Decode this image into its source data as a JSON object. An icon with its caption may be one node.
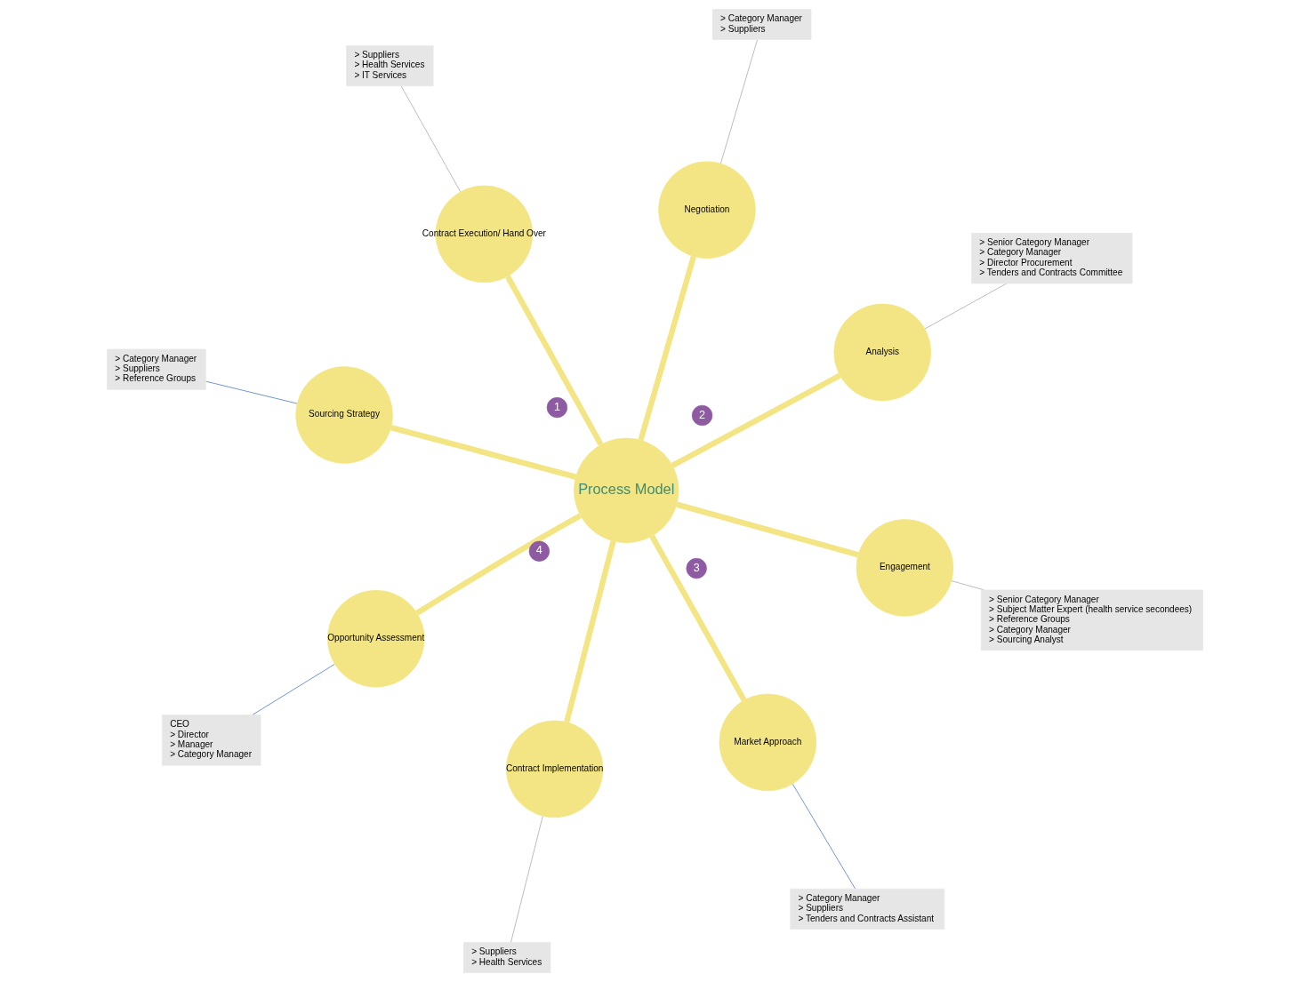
{
  "diagram": {
    "nodes": [
      {
        "text": [
          "CEO",
          "> Director",
          "> Manager",
          "> Category Manager"
        ]
      },
      {
        "text": [
          "> Senior Category Manager",
          "> Subject Matter Expert (health service secondees)",
          "> Reference Groups",
          "> Category Manager",
          "> Sourcing Analyst"
        ]
      },
      {
        "text": [
          "> Suppliers",
          "> Health Services"
        ]
      },
      {
        "text": [
          "> Suppliers",
          "> Health Services",
          "> IT Services"
        ]
      },
      {
        "text": [
          "> Senior Category Manager",
          "> Category Manager",
          "> Director Procurement",
          "> Tenders and Contracts Committee"
        ]
      },
      {
        "text": [
          "> Category Manager",
          "> Suppliers"
        ]
      },
      {
        "text": [
          "> Category Manager",
          "> Suppliers",
          "> Reference Groups"
        ]
      },
      {
        "text": [
          "Opportunity Assessment"
        ]
      },
      {
        "text": [
          "Contract Implementation"
        ]
      },
      {
        "text": [
          "Engagement"
        ]
      },
      {
        "text": [
          "Contract Execution/ Hand Over"
        ]
      },
      {
        "text": [
          "Process Model"
        ]
      },
      {
        "text": [
          "Analysis"
        ]
      },
      {
        "text": [
          "Negotiation"
        ]
      },
      {
        "text": [
          "Sourcing Strategy"
        ]
      },
      {
        "text": [
          "Market Approach"
        ]
      },
      {
        "text": [
          "> Category Manager",
          "> Suppliers",
          "> Tenders and Contracts Assistant"
        ]
      }
    ],
    "edges": [
      {
        "from": 11,
        "to": 7,
        "arrow": "none",
        "style": "thick"
      },
      {
        "from": 11,
        "to": 9,
        "arrow": "none",
        "style": "thick"
      },
      {
        "from": 11,
        "to": 12,
        "arrow": "none",
        "style": "thick"
      },
      {
        "from": 11,
        "to": 14,
        "arrow": "none",
        "style": "thick"
      },
      {
        "from": 11,
        "to": 15,
        "arrow": "none",
        "style": "thick"
      },
      {
        "from": 11,
        "to": 13,
        "arrow": "none",
        "style": "thick"
      },
      {
        "from": 11,
        "to": 10,
        "arrow": "none",
        "style": "thick"
      },
      {
        "from": 11,
        "to": 8,
        "arrow": "none",
        "style": "thick"
      },
      {
        "from": 0,
        "to": 7,
        "arrow": "none",
        "color": "#4472c4"
      },
      {
        "from": 1,
        "to": 9,
        "arrow": "none",
        "color": "#a6a6a6"
      },
      {
        "from": 2,
        "to": 8,
        "arrow": "none",
        "color": "#a6a6a6"
      },
      {
        "from": 3,
        "to": 10,
        "arrow": "none",
        "color": "#a6a6a6"
      },
      {
        "from": 4,
        "to": 12,
        "arrow": "none",
        "color": "#a6a6a6"
      },
      {
        "from": 5,
        "to": 13,
        "arrow": "none",
        "color": "#a6a6a6"
      },
      {
        "from": 6,
        "to": 14,
        "arrow": "none",
        "color": "#4472c4"
      },
      {
        "from": 16,
        "to": 15,
        "arrow": "none",
        "color": "#4472c4"
      }
    ],
    "labels": [
      "1",
      "4",
      "2",
      "3"
    ]
  }
}
